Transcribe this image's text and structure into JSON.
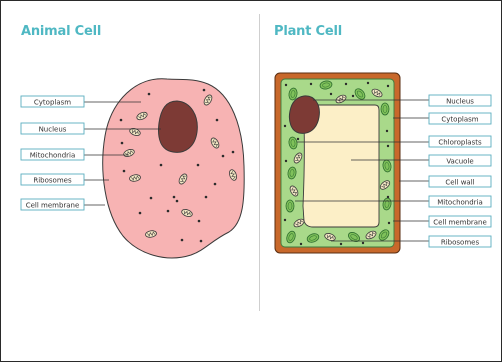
{
  "animal": {
    "title": "Animal Cell",
    "labels": {
      "cytoplasm": "Cytoplasm",
      "nucleus": "Nucleus",
      "mitochondria": "Mitochondria",
      "ribosomes": "Ribosomes",
      "cell_membrane": "Cell membrane"
    }
  },
  "plant": {
    "title": "Plant Cell",
    "labels": {
      "nucleus": "Nucleus",
      "cytoplasm": "Cytoplasm",
      "chloroplasts": "Chloroplasts",
      "vacuole": "Vacuole",
      "cell_wall": "Cell wall",
      "mitochondria": "Mitochondria",
      "cell_membrane": "Cell membrane",
      "ribosomes": "Ribosomes"
    }
  },
  "colors": {
    "title_accent": "#4fb8c3",
    "animal_cytoplasm": "#f7b3b3",
    "nucleus": "#7d3a35",
    "plant_cell_wall": "#c8682b",
    "plant_cytoplasm": "#a9d98a",
    "vacuole": "#fcefc7"
  }
}
